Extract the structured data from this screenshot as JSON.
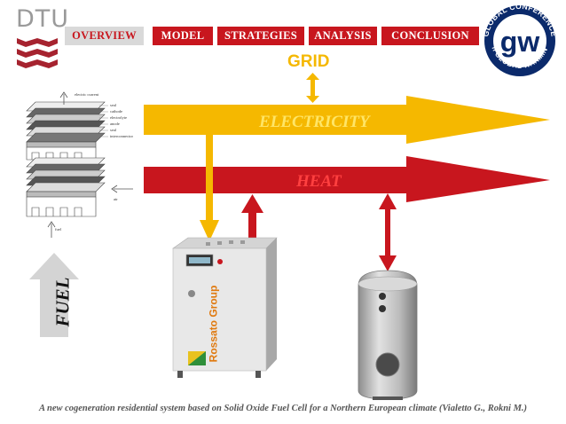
{
  "logo": {
    "text": "DTU"
  },
  "nav": {
    "items": [
      {
        "label": "OVERVIEW",
        "active": true
      },
      {
        "label": "MODEL",
        "active": false
      },
      {
        "label": "STRATEGIES",
        "active": false
      },
      {
        "label": "ANALYSIS",
        "active": false
      },
      {
        "label": "CONCLUSION",
        "active": false
      }
    ]
  },
  "conference_badge": {
    "top_text": "GLOBAL CONFERENCE",
    "bottom_text": "on GLOBAL WARMING",
    "letters": "gw"
  },
  "diagram": {
    "grid_label": "GRID",
    "electricity_label": "ELECTRICITY",
    "heat_label": "HEAT",
    "fuel_label": "FUEL",
    "fuel_cell_labels": [
      "electric current",
      "seal",
      "cathode",
      "electrolyte",
      "anode",
      "seal",
      "interconnector",
      "air",
      "fuel"
    ],
    "unit_brand": "Rossato Group"
  },
  "colors": {
    "electricity": "#f5b800",
    "heat": "#c8161e",
    "nav_active_bg": "#d9d9d9",
    "fuel_arrow": "#d4d4d4"
  },
  "caption": "A new cogeneration residential system based on Solid Oxide Fuel Cell for a Northern European climate (Vialetto G., Rokni M.)"
}
